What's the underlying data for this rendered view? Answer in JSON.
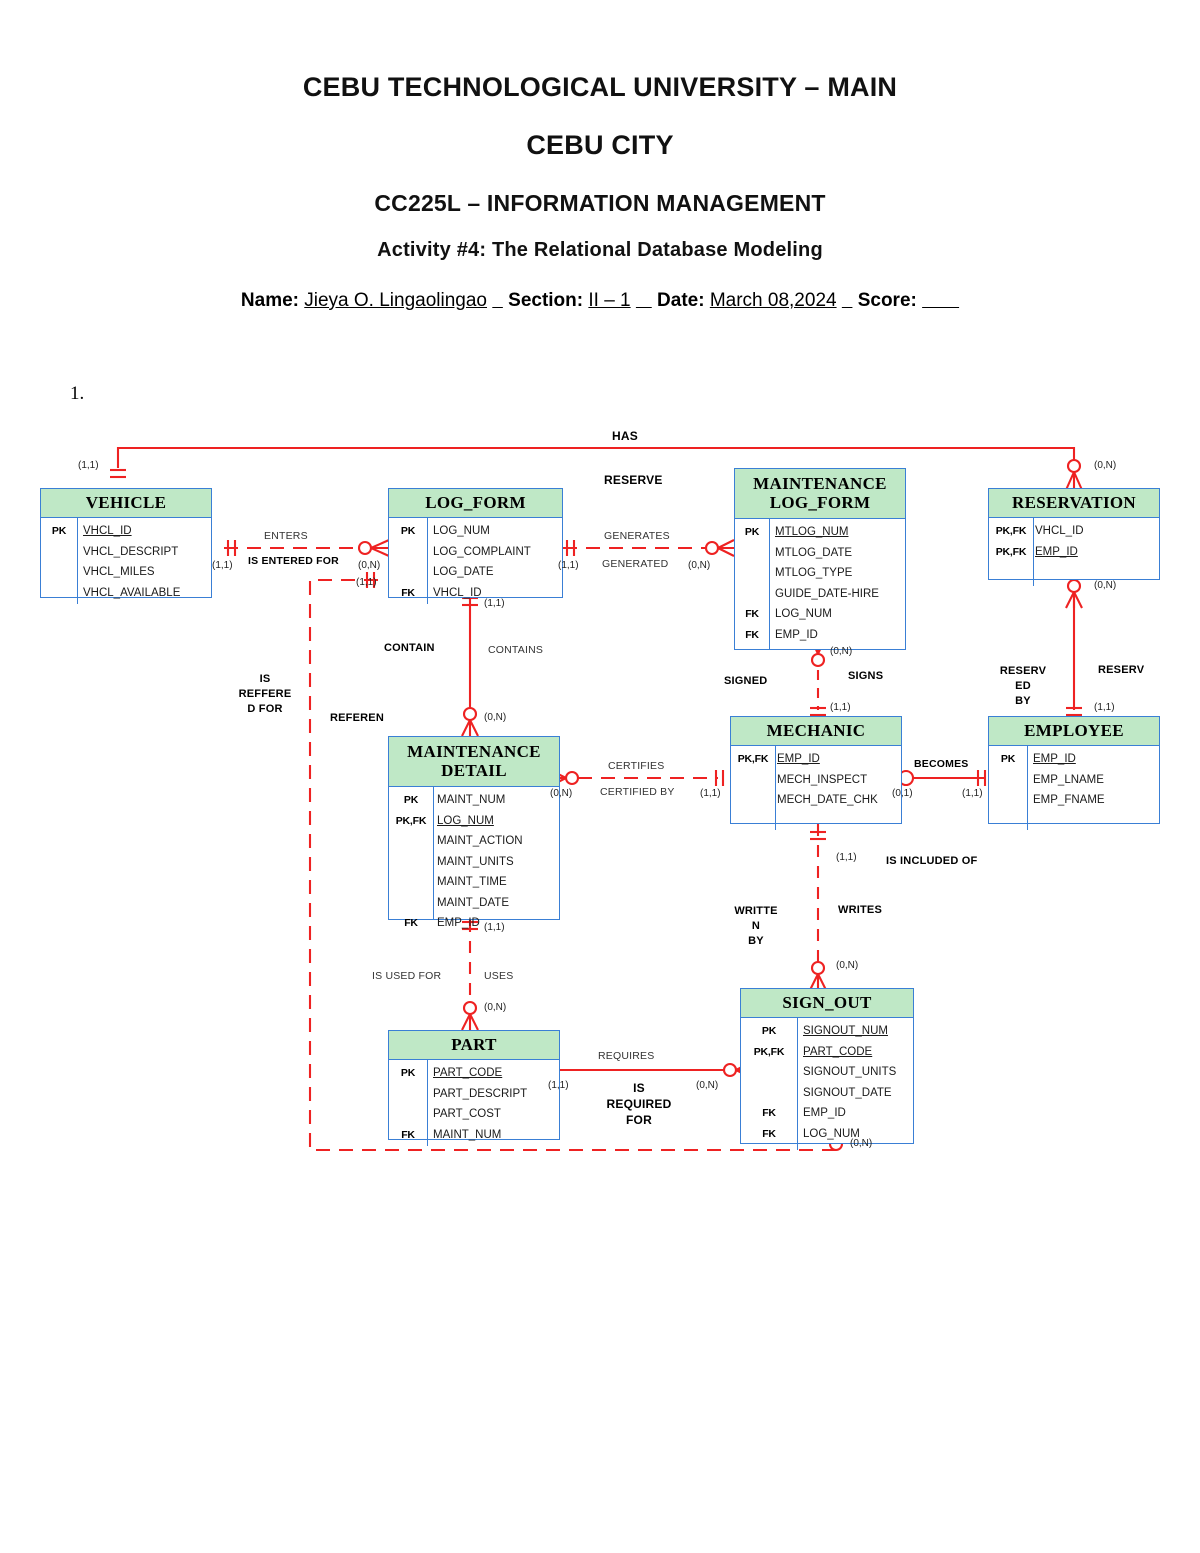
{
  "document": {
    "university": "CEBU TECHNOLOGICAL UNIVERSITY – MAIN",
    "city": "CEBU CITY",
    "course": "CC225L – INFORMATION MANAGEMENT",
    "activity": "Activity #4: The Relational Database Modeling",
    "name_label": "Name:",
    "name_value": "Jieya O. Lingaolingao",
    "section_label": "Section:",
    "section_value": "II – 1",
    "date_label": "Date:",
    "date_value": "March 08,2024",
    "score_label": "Score:",
    "score_value": "",
    "item_number": "1."
  },
  "colors": {
    "entity_border": "#3a7fd5",
    "entity_header_fill": "#bfe8c6",
    "relationship_line": "#ee2222",
    "text": "#000000"
  },
  "chart_data": {
    "type": "diagram",
    "notation": "Crow's Foot ERD (Chen min-max cardinalities)",
    "entities": [
      {
        "name": "VEHICLE",
        "attributes": [
          {
            "key": "PK",
            "name": "VHCL_ID",
            "pk": true
          },
          {
            "key": "",
            "name": "VHCL_DESCRIPT",
            "pk": false
          },
          {
            "key": "",
            "name": "VHCL_MILES",
            "pk": false
          },
          {
            "key": "",
            "name": "VHCL_AVAILABLE",
            "pk": false
          }
        ]
      },
      {
        "name": "LOG_FORM",
        "attributes": [
          {
            "key": "PK",
            "name": "LOG_NUM",
            "pk": false
          },
          {
            "key": "",
            "name": "LOG_COMPLAINT",
            "pk": false
          },
          {
            "key": "",
            "name": "LOG_DATE",
            "pk": false
          },
          {
            "key": "FK",
            "name": "VHCL_ID",
            "pk": false
          }
        ]
      },
      {
        "name": "MAINTENANCE LOG_FORM",
        "name_line1": "MAINTENANCE",
        "name_line2": "LOG_FORM",
        "attributes": [
          {
            "key": "PK",
            "name": "MTLOG_NUM",
            "pk": true
          },
          {
            "key": "",
            "name": "MTLOG_DATE",
            "pk": false
          },
          {
            "key": "",
            "name": "MTLOG_TYPE",
            "pk": false
          },
          {
            "key": "",
            "name": "GUIDE_DATE-HIRE",
            "pk": false
          },
          {
            "key": "FK",
            "name": "LOG_NUM",
            "pk": false
          },
          {
            "key": "FK",
            "name": "EMP_ID",
            "pk": false
          }
        ]
      },
      {
        "name": "RESERVATION",
        "attributes": [
          {
            "key": "PK,FK",
            "name": "VHCL_ID",
            "pk": false
          },
          {
            "key": "PK,FK",
            "name": "EMP_ID",
            "pk": true
          }
        ]
      },
      {
        "name": "MAINTENANCE DETAIL",
        "name_line1": "MAINTENANCE",
        "name_line2": "DETAIL",
        "attributes": [
          {
            "key": "PK",
            "name": "MAINT_NUM",
            "pk": false
          },
          {
            "key": "PK,FK",
            "name": "LOG_NUM",
            "pk": true
          },
          {
            "key": "",
            "name": "MAINT_ACTION",
            "pk": false
          },
          {
            "key": "",
            "name": "MAINT_UNITS",
            "pk": false
          },
          {
            "key": "",
            "name": "MAINT_TIME",
            "pk": false
          },
          {
            "key": "",
            "name": "MAINT_DATE",
            "pk": false
          },
          {
            "key": "FK",
            "name": "EMP_ID",
            "pk": false
          }
        ]
      },
      {
        "name": "MECHANIC",
        "attributes": [
          {
            "key": "PK,FK",
            "name": "EMP_ID",
            "pk": true
          },
          {
            "key": "",
            "name": "MECH_INSPECT",
            "pk": false
          },
          {
            "key": "",
            "name": "MECH_DATE_CHK",
            "pk": false
          }
        ]
      },
      {
        "name": "EMPLOYEE",
        "attributes": [
          {
            "key": "PK",
            "name": "EMP_ID",
            "pk": true
          },
          {
            "key": "",
            "name": "EMP_LNAME",
            "pk": false
          },
          {
            "key": "",
            "name": "EMP_FNAME",
            "pk": false
          }
        ]
      },
      {
        "name": "PART",
        "attributes": [
          {
            "key": "PK",
            "name": "PART_CODE",
            "pk": true
          },
          {
            "key": "",
            "name": "PART_DESCRIPT",
            "pk": false
          },
          {
            "key": "",
            "name": "PART_COST",
            "pk": false
          },
          {
            "key": "FK",
            "name": "MAINT_NUM",
            "pk": false
          }
        ]
      },
      {
        "name": "SIGN_OUT",
        "attributes": [
          {
            "key": "PK",
            "name": "SIGNOUT_NUM",
            "pk": true
          },
          {
            "key": "PK,FK",
            "name": "PART_CODE",
            "pk": true
          },
          {
            "key": "",
            "name": "SIGNOUT_UNITS",
            "pk": false
          },
          {
            "key": "",
            "name": "SIGNOUT_DATE",
            "pk": false
          },
          {
            "key": "FK",
            "name": "EMP_ID",
            "pk": false
          },
          {
            "key": "FK",
            "name": "LOG_NUM",
            "pk": false
          }
        ]
      }
    ],
    "relationships": [
      {
        "from": "VEHICLE",
        "to": "RESERVATION",
        "verb": "HAS",
        "inverse": "RESERVE",
        "from_card": "(1,1)",
        "to_card": "(0,N)",
        "line": "solid"
      },
      {
        "from": "VEHICLE",
        "to": "LOG_FORM",
        "verb": "ENTERS",
        "inverse": "IS ENTERED FOR",
        "from_card": "(1,1)",
        "to_card": "(0,N)",
        "line": "dashed"
      },
      {
        "from": "LOG_FORM",
        "to": "MAINTENANCE LOG_FORM",
        "verb": "GENERATES",
        "inverse": "GENERATED",
        "from_card": "(1,1)",
        "to_card": "(0,N)",
        "line": "dashed"
      },
      {
        "from": "LOG_FORM",
        "to": "MAINTENANCE DETAIL",
        "verb": "CONTAINS",
        "inverse": "CONTAIN",
        "from_card": "(1,1)",
        "to_card": "(0,N)",
        "line": "solid"
      },
      {
        "from": "VEHICLE",
        "to": "SIGN_OUT",
        "verb": "REFEREN",
        "inverse": "IS REFFERED FOR",
        "from_card": "(1,1)",
        "to_card": "(0,N)",
        "line": "dashed"
      },
      {
        "from": "MAINTENANCE LOG_FORM",
        "to": "MECHANIC",
        "verb": "SIGNS",
        "inverse": "SIGNED",
        "from_card": "(0,N)",
        "to_card": "(1,1)",
        "line": "dashed"
      },
      {
        "from": "RESERVATION",
        "to": "EMPLOYEE",
        "verb": "RESERV",
        "inverse": "RESERVED BY",
        "from_card": "(0,N)",
        "to_card": "(1,1)",
        "line": "solid"
      },
      {
        "from": "MAINTENANCE DETAIL",
        "to": "MECHANIC",
        "verb": "CERTIFIES",
        "inverse": "CERTIFIED BY",
        "from_card": "(0,N)",
        "to_card": "(1,1)",
        "line": "dashed"
      },
      {
        "from": "MECHANIC",
        "to": "EMPLOYEE",
        "verb": "BECOMES",
        "inverse": "",
        "from_card": "(0,1)",
        "to_card": "(1,1)",
        "line": "solid"
      },
      {
        "from": "MECHANIC",
        "to": "SIGN_OUT",
        "verb": "WRITES",
        "inverse": "WRITTEN BY",
        "from_card": "(1,1)",
        "to_card": "(0,N)",
        "line": "dashed",
        "note": "IS INCLUDED OF"
      },
      {
        "from": "MAINTENANCE DETAIL",
        "to": "PART",
        "verb": "USES",
        "inverse": "IS USED FOR",
        "from_card": "(1,1)",
        "to_card": "(0,N)",
        "line": "dashed"
      },
      {
        "from": "PART",
        "to": "SIGN_OUT",
        "verb": "REQUIRES",
        "inverse": "IS REQUIRED FOR",
        "from_card": "(1,1)",
        "to_card": "(0,N)",
        "line": "solid"
      }
    ],
    "labels": {
      "has": "HAS",
      "reserve": "RESERVE",
      "enters": "ENTERS",
      "is_entered_for": "IS ENTERED FOR",
      "generates": "GENERATES",
      "generated": "GENERATED",
      "contain": "CONTAIN",
      "contains": "CONTAINS",
      "is_reffered_for": "IS\nREFFERE\nD FOR",
      "is_reffered_for_l1": "IS",
      "is_reffered_for_l2": "REFFERE",
      "is_reffered_for_l3": "D FOR",
      "referen": "REFEREN",
      "signed": "SIGNED",
      "signs": "SIGNS",
      "reserved_by_l1": "RESERV",
      "reserved_by_l2": "ED",
      "reserved_by_l3": "BY",
      "reserv": "RESERV",
      "certifies": "CERTIFIES",
      "certified_by": "CERTIFIED BY",
      "becomes": "BECOMES",
      "is_included_of": "IS INCLUDED OF",
      "written_by_l1": "WRITTE",
      "written_by_l2": "N",
      "written_by_l3": "BY",
      "writes": "WRITES",
      "is_used_for": "IS USED FOR",
      "uses": "USES",
      "requires": "REQUIRES",
      "is_required_for_l1": "IS",
      "is_required_for_l2": "REQUIRED",
      "is_required_for_l3": "FOR"
    },
    "cardinalities": {
      "c_1_1": "(1,1)",
      "c_0_n": "(0,N)",
      "c_0_1": "(0,1)"
    }
  }
}
